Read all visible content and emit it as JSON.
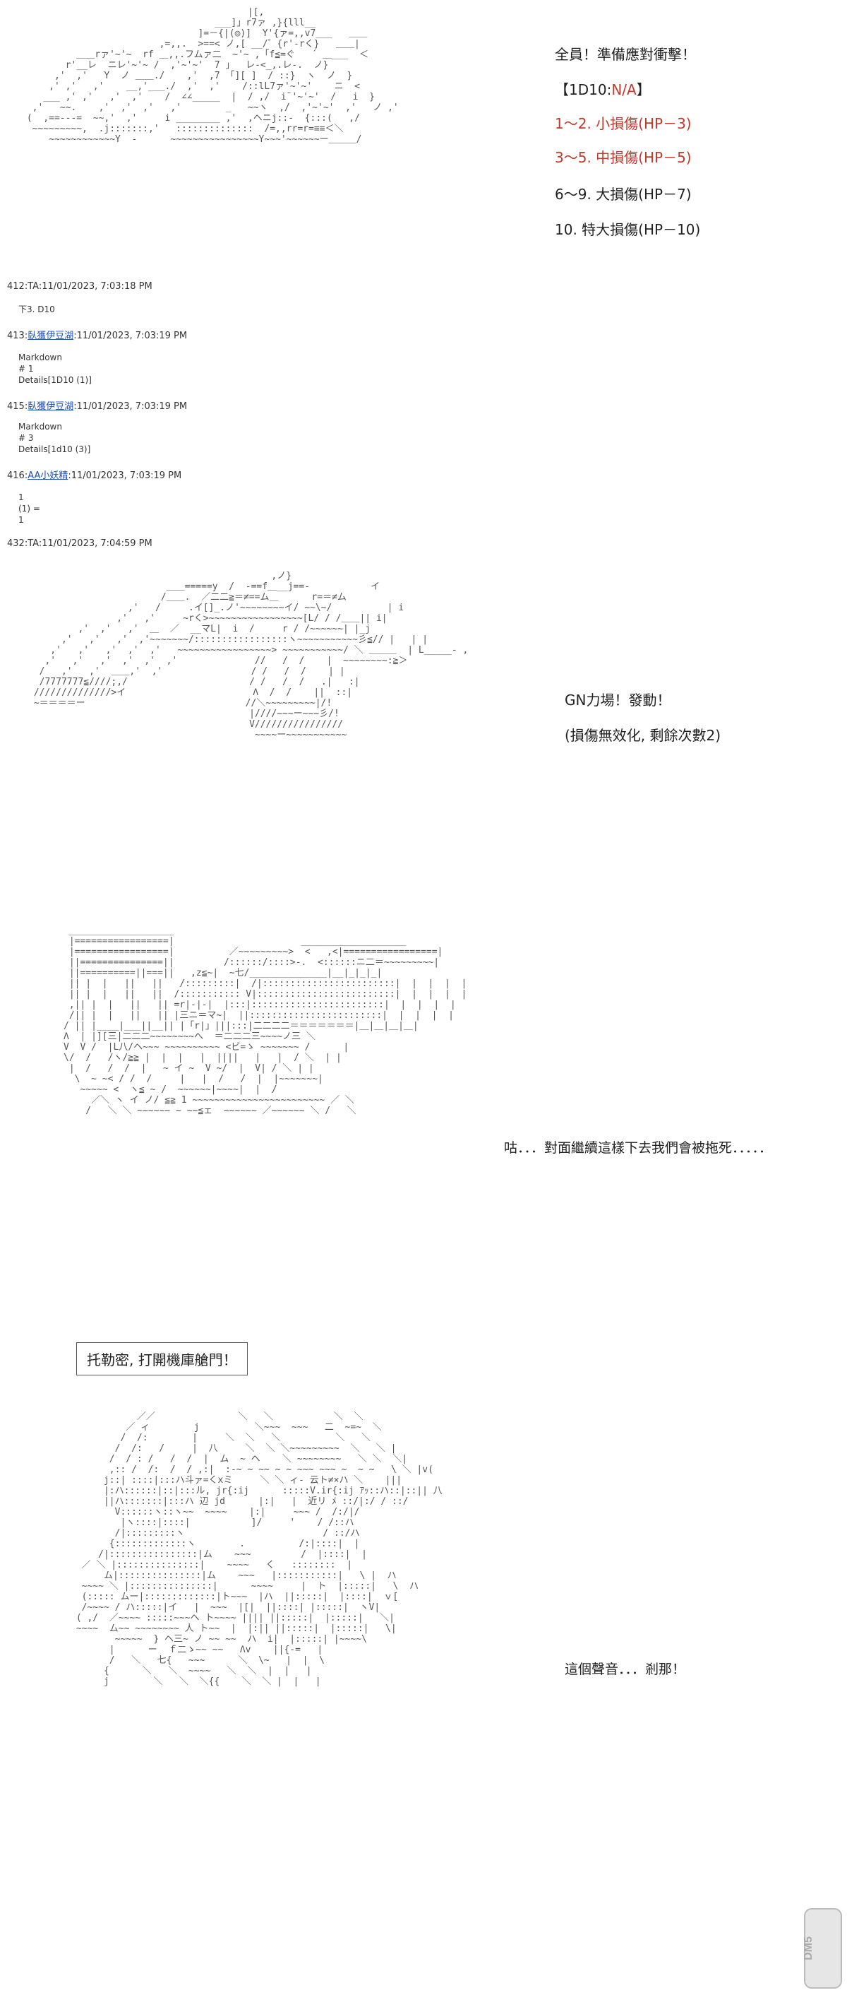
{
  "panel1": {
    "labels": [
      "全員！準備應對衝擊！",
      "【1D10:N/A】",
      "1～2. 小損傷(HP－3)",
      "3～5. 中損傷(HP－5)",
      "6～9. 大損傷(HP－7)",
      "10. 特大損傷(HP－10)"
    ],
    "label_colors": [
      "#222222",
      "#222222",
      "#c0392b",
      "#c0392b",
      "#222222",
      "#222222"
    ],
    "roll_prefix": "【1D10:",
    "roll_value": "N/A",
    "roll_suffix": "】",
    "roll_value_color": "#c0392b"
  },
  "posts": [
    {
      "header_num": "412:",
      "name": "TA",
      "linked": false,
      "time": ":11/01/2023, 7:03:18 PM",
      "body": "下3. D10"
    },
    {
      "header_num": "413:",
      "name": "臥獲伊豆湖",
      "linked": true,
      "time": ":11/01/2023, 7:03:19 PM",
      "body": "Markdown\n# 1\nDetails[1D10 (1)]"
    },
    {
      "header_num": "415:",
      "name": "臥獲伊豆湖",
      "linked": true,
      "time": ":11/01/2023, 7:03:19 PM",
      "body": "Markdown\n# 3\nDetails[1d10 (3)]"
    },
    {
      "header_num": "416:",
      "name": "AA小妖精",
      "linked": true,
      "time": ":11/01/2023, 7:03:19 PM",
      "body": "1\n(1) =\n1"
    },
    {
      "header_num": "432:",
      "name": "TA",
      "linked": false,
      "time": ":11/01/2023, 7:04:59 PM",
      "body": ""
    }
  ],
  "panel2": {
    "line1": "GN力場！發動！",
    "line2": "(損傷無效化, 剩餘次數2)"
  },
  "panel3": {
    "line1": "咕．．．對面繼續這樣下去我們會被拖死．．．．．"
  },
  "panel4": {
    "box": "托勒密, 打開機庫艙門！",
    "line1": "這個聲音．．．剎那！"
  },
  "icons": {
    "watermark": "dm5-watermark-logo"
  }
}
